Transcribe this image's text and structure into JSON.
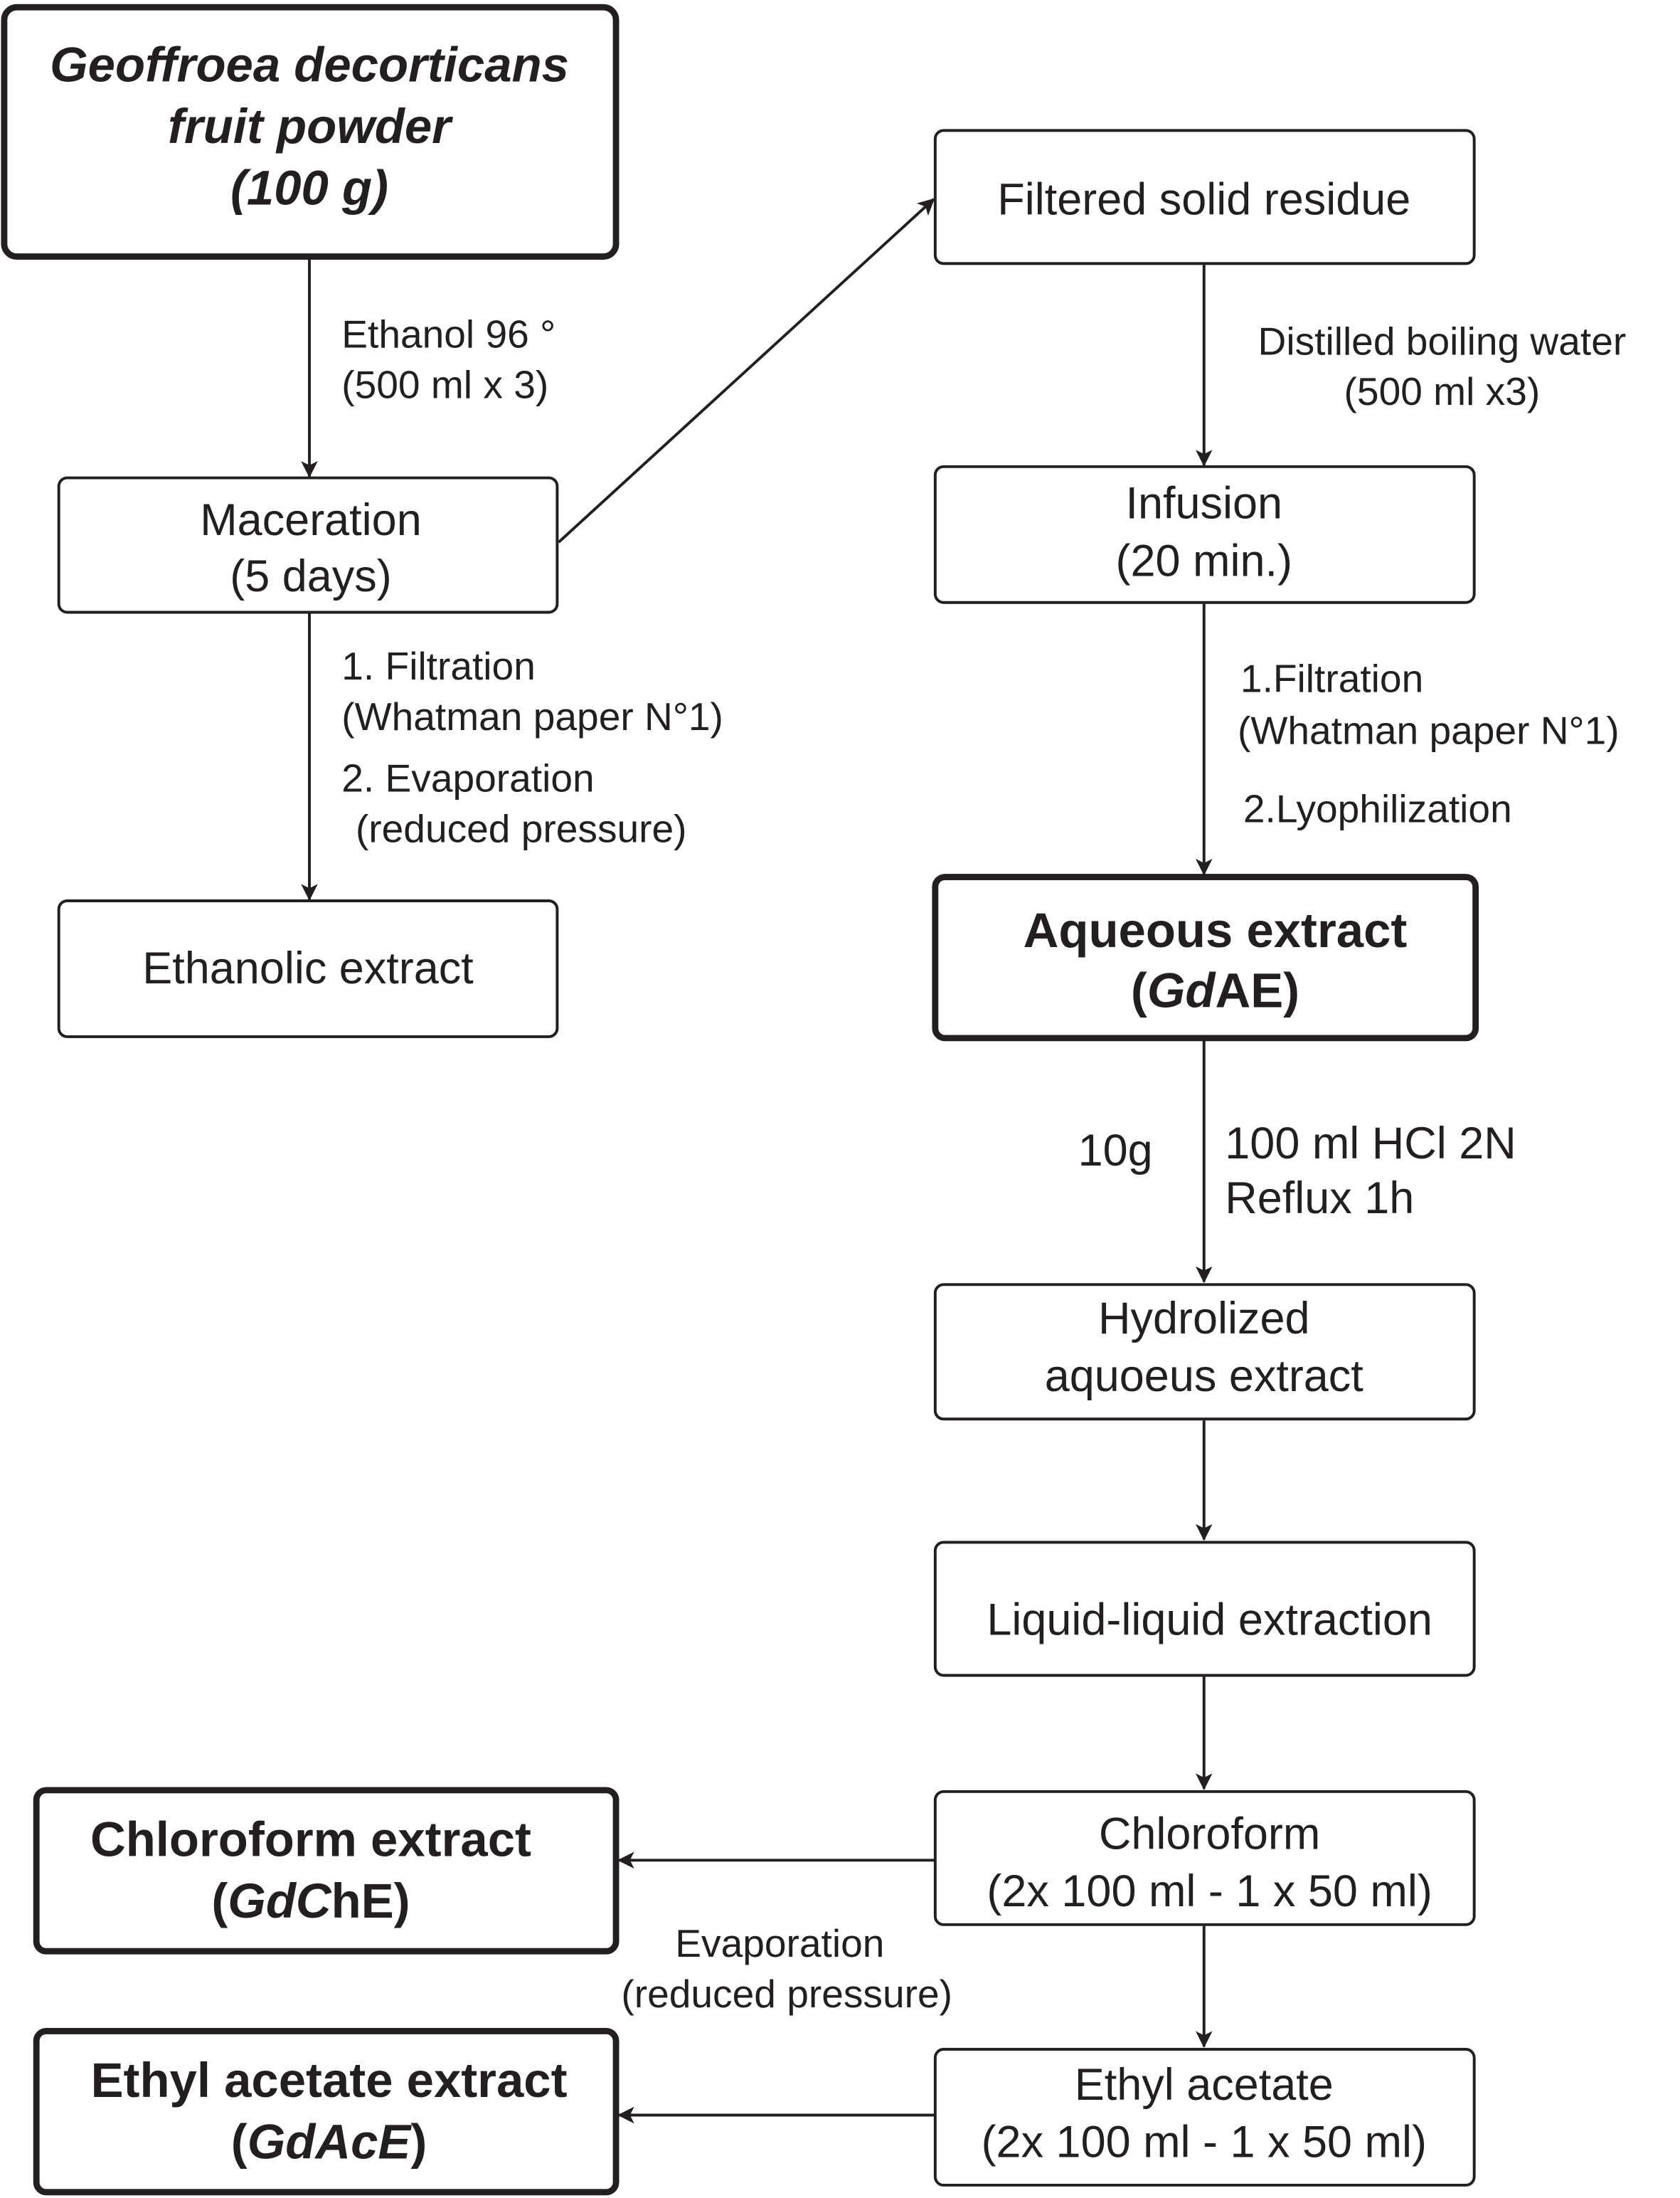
{
  "nodes": {
    "start": {
      "line1": "Geoffroea decorticans",
      "line2": "fruit powder",
      "line3": "(100 g)"
    },
    "filtered_residue": {
      "line1": "Filtered solid residue"
    },
    "maceration": {
      "line1": "Maceration",
      "line2": "(5 days)"
    },
    "infusion": {
      "line1": "Infusion",
      "line2": "(20 min.)"
    },
    "ethanolic_extract": {
      "line1": "Ethanolic extract"
    },
    "aqueous_extract": {
      "line1": "Aqueous extract",
      "line2_open": "(",
      "line2_italic": "Gd",
      "line2_rest": "AE)"
    },
    "hydrolized": {
      "line1": "Hydrolized",
      "line2": "aquoeus extract"
    },
    "liquid_liquid": {
      "line1": "Liquid-liquid extraction"
    },
    "chloroform": {
      "line1": "Chloroform",
      "line2": "(2x 100 ml - 1 x 50 ml)"
    },
    "ethyl_acetate": {
      "line1": "Ethyl acetate",
      "line2": "(2x 100 ml - 1 x 50 ml)"
    },
    "chloroform_extract": {
      "line1": "Chloroform extract",
      "line2_open": "(",
      "line2_italic": "GdC",
      "line2_rest": "hE)"
    },
    "ethyl_acetate_extract": {
      "line1": "Ethyl acetate extract",
      "line2_open": "(",
      "line2_italic": "GdAcE",
      "line2_rest": ")"
    }
  },
  "edge_labels": {
    "ethanol": [
      "Ethanol 96 °",
      "(500 ml x 3)"
    ],
    "distilled_water": [
      "Distilled boiling water",
      "(500 ml x3)"
    ],
    "left_process": [
      "1. Filtration",
      "(Whatman paper N°1)",
      "2. Evaporation",
      "(reduced pressure)"
    ],
    "right_process": [
      "1.Filtration",
      "(Whatman paper N°1)",
      "2.Lyophilization"
    ],
    "amount": "10g",
    "hydrolysis": [
      "100 ml HCl 2N",
      "Reflux 1h"
    ],
    "evaporation": [
      "Evaporation",
      "(reduced pressure)"
    ]
  }
}
